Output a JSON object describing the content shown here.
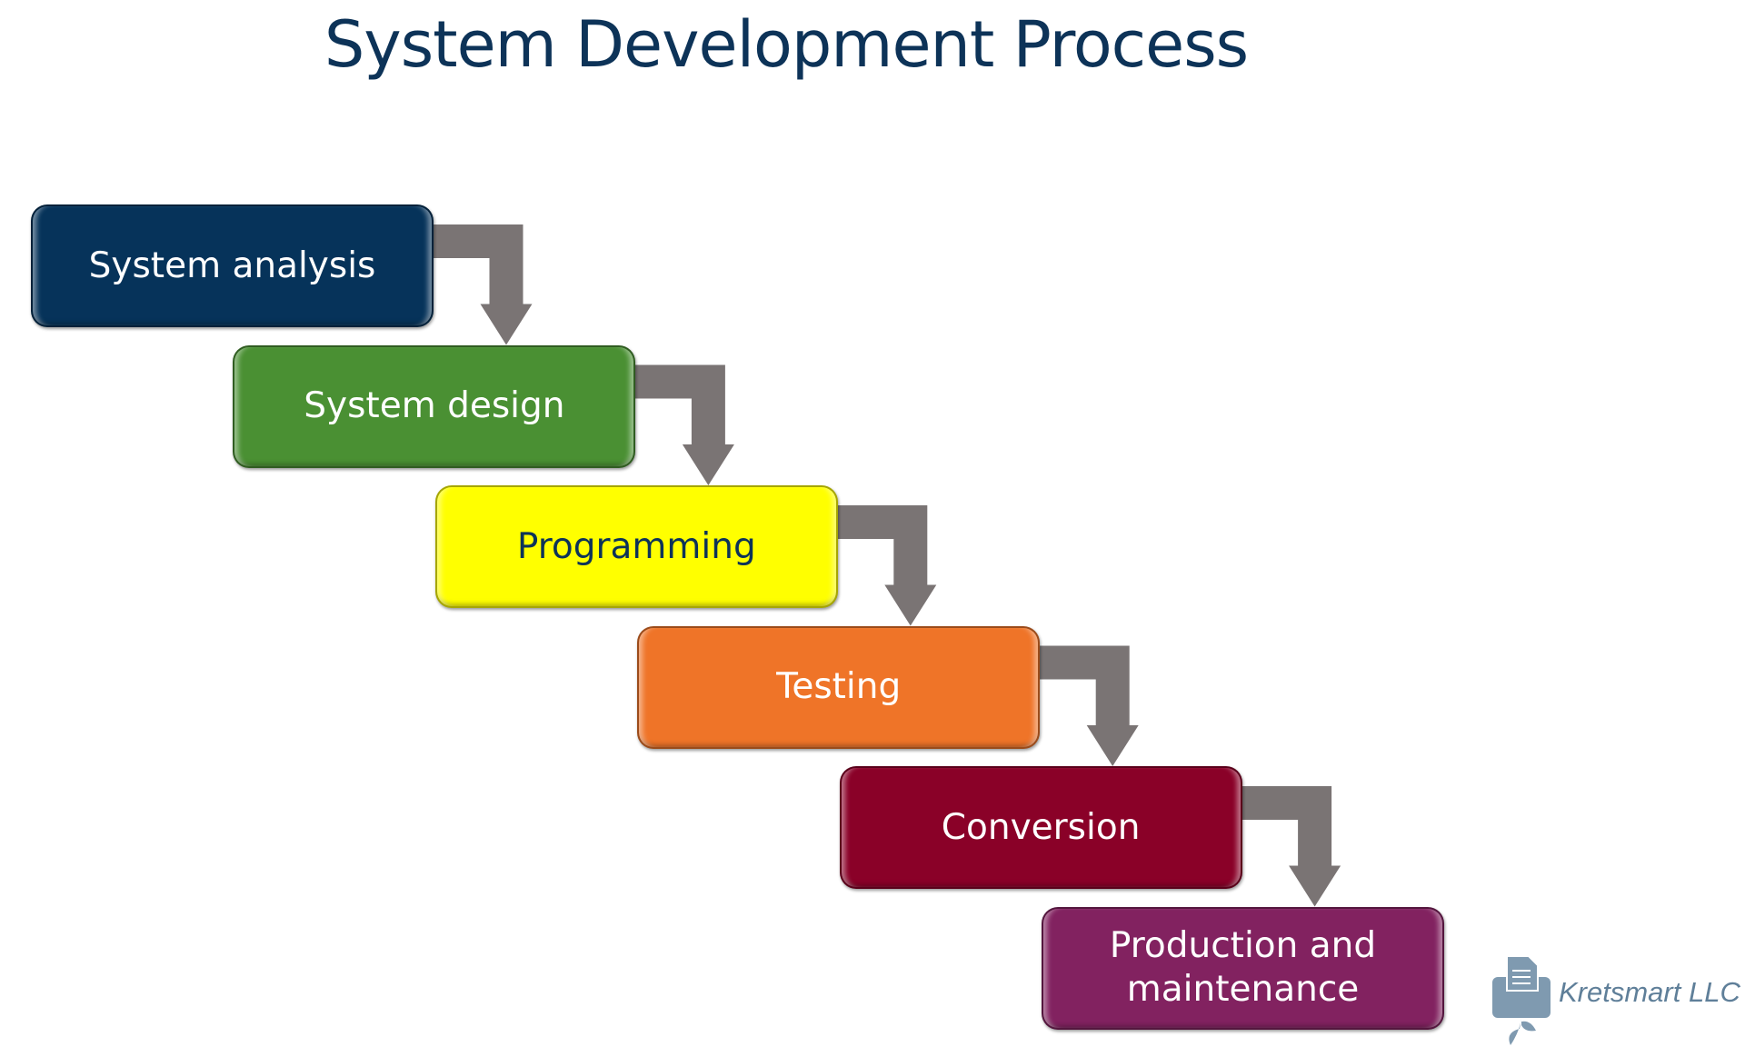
{
  "title": "System Development Process",
  "steps": [
    {
      "label": "System analysis",
      "color": "#06335a",
      "text_color": "#ffffff"
    },
    {
      "label": "System design",
      "color": "#4a9033",
      "text_color": "#ffffff"
    },
    {
      "label": "Programming",
      "color": "#ffff00",
      "text_color": "#0d3358"
    },
    {
      "label": "Testing",
      "color": "#ef7428",
      "text_color": "#ffffff"
    },
    {
      "label": "Conversion",
      "color": "#8a0128",
      "text_color": "#ffffff"
    },
    {
      "label": "Production and maintenance",
      "color": "#822260",
      "text_color": "#ffffff"
    }
  ],
  "arrow_color": "#7a7474",
  "logo": {
    "text": "Kretsmart LLC",
    "color": "#7f9ab0"
  }
}
